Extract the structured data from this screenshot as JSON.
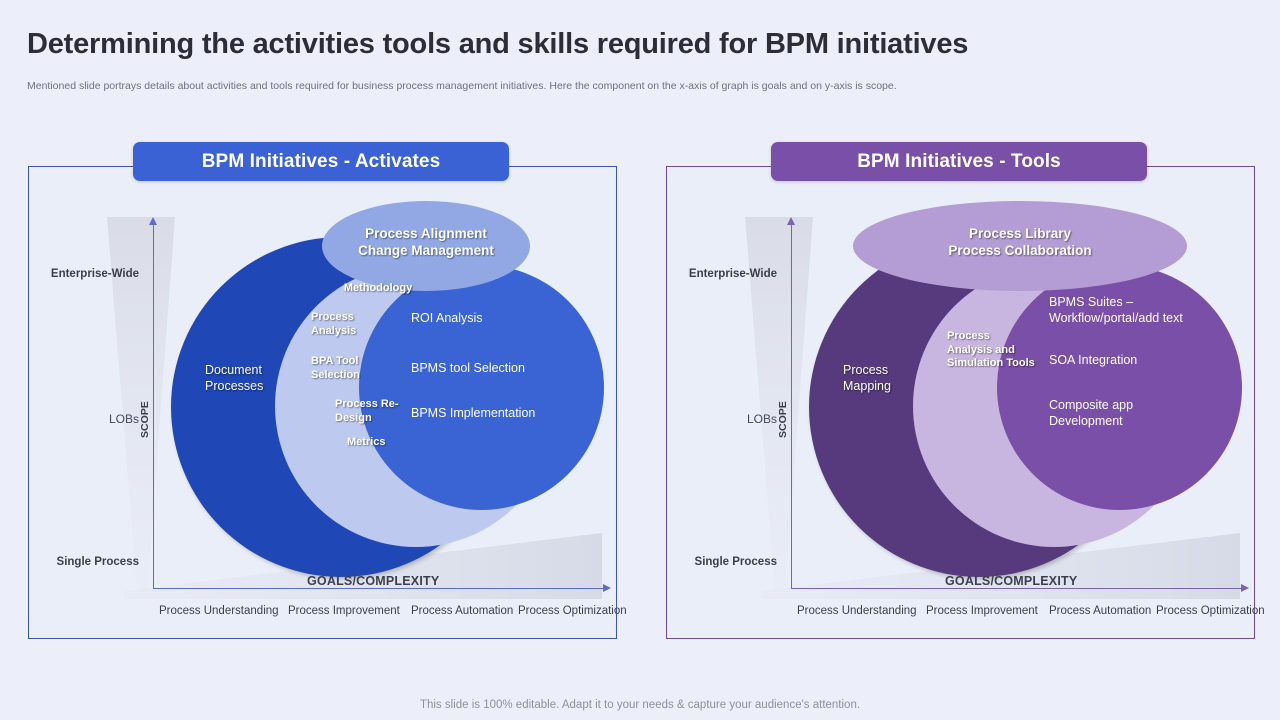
{
  "header": {
    "title": "Determining the activities tools and skills required for BPM initiatives",
    "subtitle": "Mentioned slide portrays details about activities and tools required for business process management initiatives. Here the component on the x-axis  of graph is goals and on y-axis  is scope."
  },
  "footer": {
    "note": "This slide is 100% editable. Adapt it to your needs & capture your audience's attention."
  },
  "colors": {
    "background": "#eceff9",
    "panel_background": "#eaeef9",
    "blue_badge": "#3b62d4",
    "purple_badge": "#7a4fa8",
    "blue_border": "#3c56a8",
    "purple_border": "#6b4b95",
    "blue_dark_circle": "#1f47b5",
    "blue_overlap": "#bdc9ef",
    "blue_right_circle": "#3a63d4",
    "blue_top_ellipse": "#92a8e4",
    "purple_dark_circle": "#573a7e",
    "purple_overlap": "#c8b6e0",
    "purple_right_circle": "#7a4fa8",
    "purple_top_ellipse": "#b49cd4"
  },
  "axes": {
    "y_label": "SCOPE",
    "y_ticks": [
      "Enterprise-Wide",
      "LOBs",
      "Single Process"
    ],
    "x_label": "GOALS/COMPLEXITY",
    "x_ticks": [
      "Process\nUnderstanding",
      "Process\nImprovement",
      "Process\nAutomation",
      "Process\nOptimization"
    ]
  },
  "panels": [
    {
      "id": "activates",
      "badge": "BPM Initiatives - Activates",
      "venn": {
        "top_ellipse": "Process Alignment\nChange Management",
        "left_circle": "Document\nProcesses",
        "overlap_items": [
          "Methodology",
          "Process\nAnalysis",
          "BPA Tool\nSelection",
          "Process Re-\nDesign",
          "Metrics"
        ],
        "right_circle_items": [
          "ROI Analysis",
          "BPMS tool Selection",
          "BPMS Implementation"
        ]
      }
    },
    {
      "id": "tools",
      "badge": "BPM Initiatives - Tools",
      "venn": {
        "top_ellipse": "Process Library\nProcess Collaboration",
        "left_circle": "Process\nMapping",
        "overlap_items": [
          "Process\nAnalysis and\nSimulation Tools"
        ],
        "right_circle_items": [
          "BPMS Suites –\nWorkflow/portal/add  text",
          "SOA Integration",
          "Composite  app\nDevelopment"
        ]
      }
    }
  ]
}
